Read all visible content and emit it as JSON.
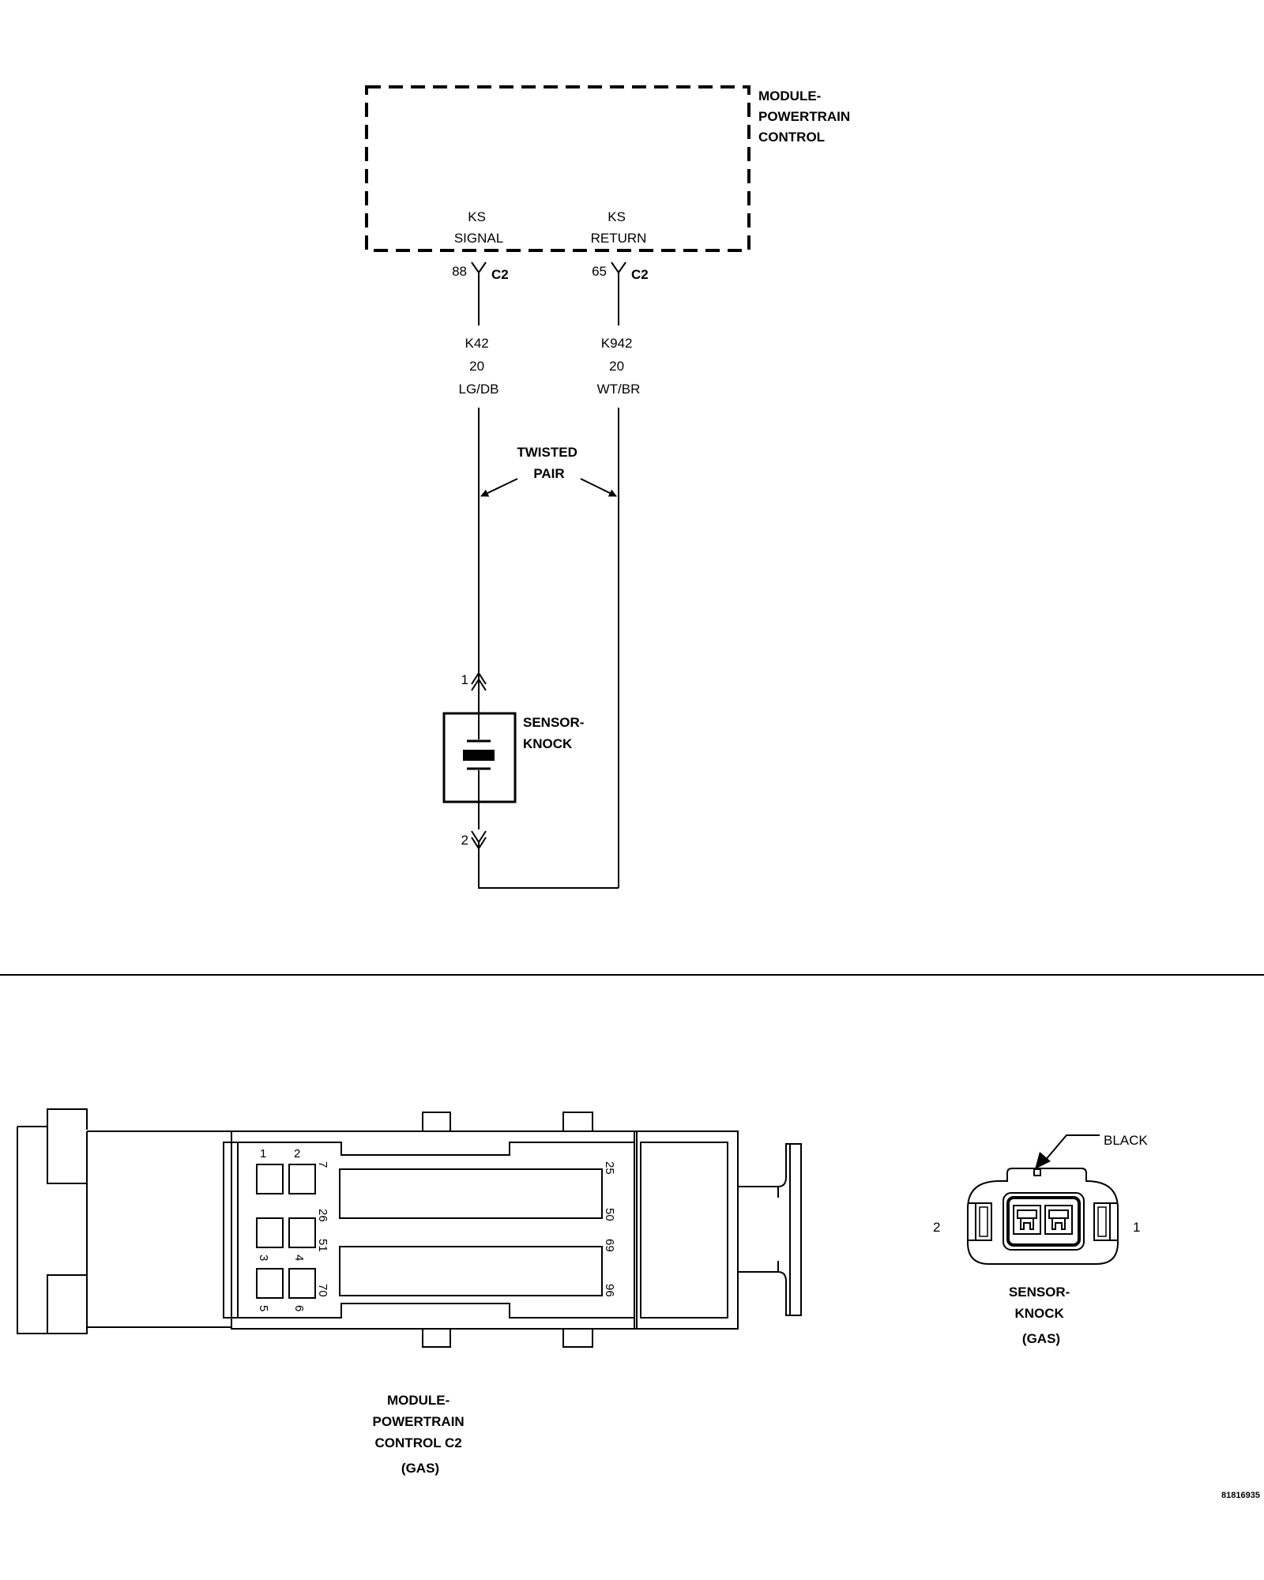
{
  "schematic": {
    "pcm_title": [
      "MODULE-",
      "POWERTRAIN",
      "CONTROL"
    ],
    "ks_signal_label": [
      "KS",
      "SIGNAL"
    ],
    "ks_return_label": [
      "KS",
      "RETURN"
    ],
    "signal_pin": "88",
    "return_pin": "65",
    "connector_name": "C2",
    "signal_wire": {
      "circuit": "K42",
      "gauge": "20",
      "color": "LG/DB"
    },
    "return_wire": {
      "circuit": "K942",
      "gauge": "20",
      "color": "WT/BR"
    },
    "twisted_pair_label": [
      "TWISTED",
      "PAIR"
    ],
    "sensor_title": [
      "SENSOR-",
      "KNOCK"
    ],
    "sensor_pin_top": "1",
    "sensor_pin_bottom": "2"
  },
  "connector_views": {
    "pcm_c2": {
      "caption": [
        "MODULE-",
        "POWERTRAIN",
        "CONTROL C2",
        "(GAS)"
      ],
      "pin_labels": {
        "p1": "1",
        "p2": "2",
        "p3": "3",
        "p4": "4",
        "p5": "5",
        "p6": "6",
        "p7": "7",
        "p25": "25",
        "p26": "26",
        "p50": "50",
        "p51": "51",
        "p69": "69",
        "p70": "70",
        "p96": "96"
      }
    },
    "knock_sensor": {
      "color_label": "BLACK",
      "pin_left": "2",
      "pin_right": "1",
      "caption": [
        "SENSOR-",
        "KNOCK",
        "(GAS)"
      ]
    }
  },
  "figure_id": "81816935"
}
